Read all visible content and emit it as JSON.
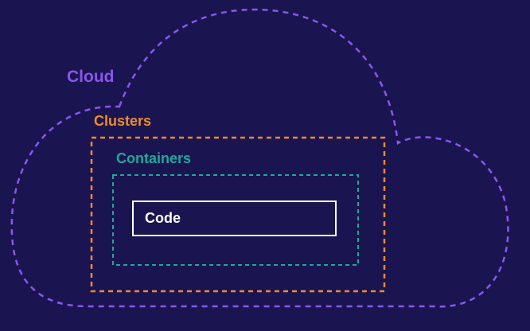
{
  "diagram": {
    "layers": [
      {
        "id": "cloud",
        "label": "Cloud",
        "color": "#8a56ec"
      },
      {
        "id": "clusters",
        "label": "Clusters",
        "color": "#ef8a2e"
      },
      {
        "id": "containers",
        "label": "Containers",
        "color": "#1ea99a"
      },
      {
        "id": "code",
        "label": "Code",
        "color": "#ffffff"
      }
    ]
  }
}
